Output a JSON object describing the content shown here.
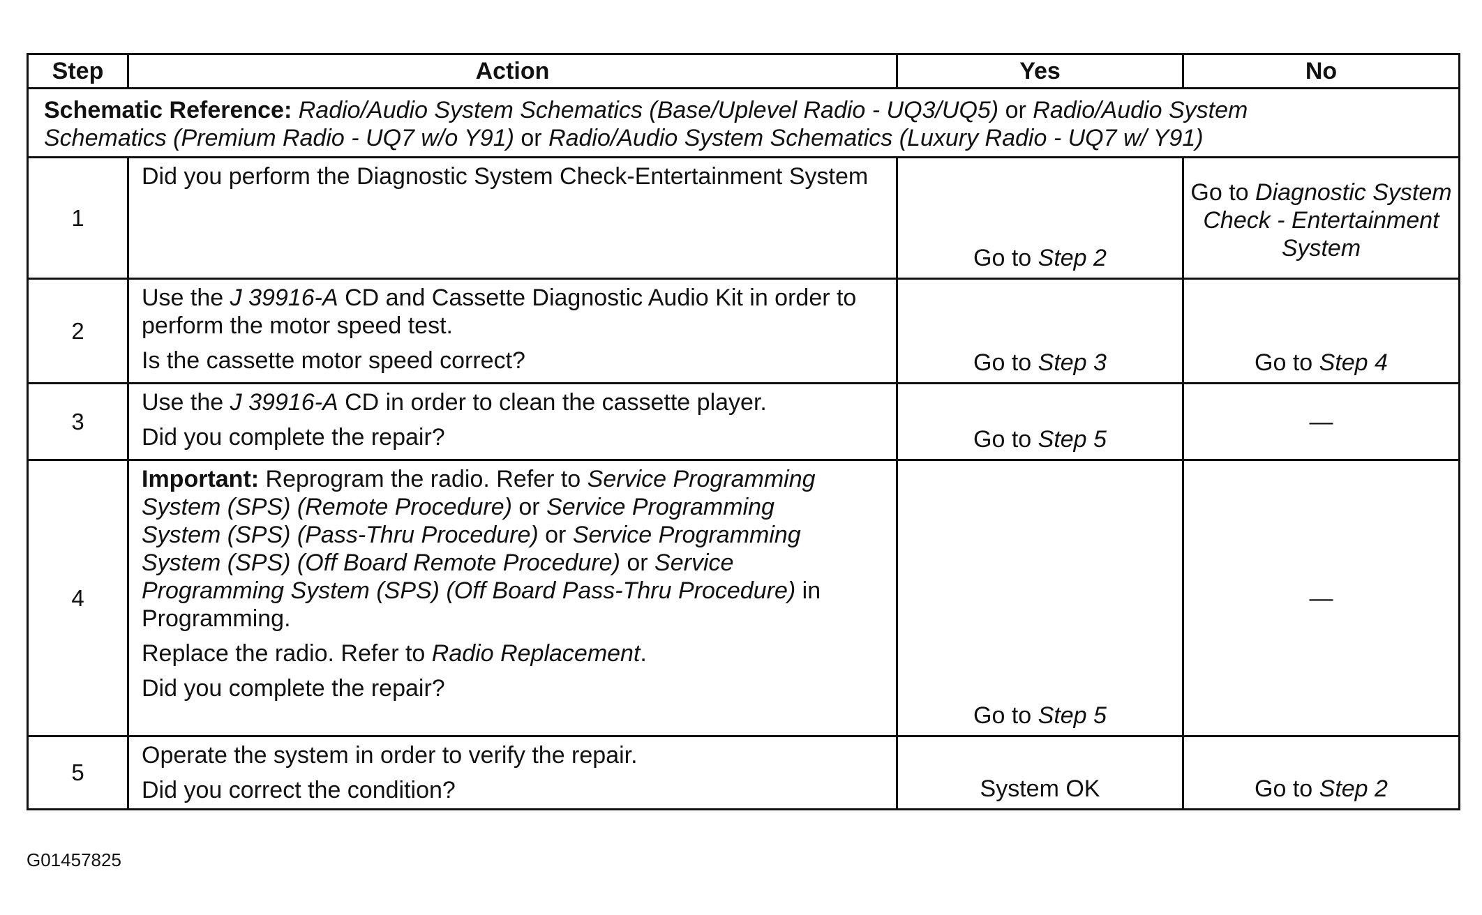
{
  "table": {
    "headers": {
      "step": "Step",
      "action": "Action",
      "yes": "Yes",
      "no": "No"
    },
    "schematic_reference": {
      "label": "Schematic Reference:",
      "ref1": "Radio/Audio System Schematics (Base/Uplevel Radio - UQ3/UQ5)",
      "or1": " or ",
      "ref2": "Radio/Audio System Schematics (Premium Radio - UQ7 w/o Y91)",
      "or2": " or ",
      "ref3": "Radio/Audio System Schematics (Luxury Radio - UQ7 w/ Y91)"
    },
    "rows": [
      {
        "step": "1",
        "action_text": "Did you perform the Diagnostic System Check-Entertainment System",
        "yes_prefix": "Go to ",
        "yes_link": "Step 2",
        "no_prefix": "Go to ",
        "no_link": "Diagnostic System Check - Entertainment System"
      },
      {
        "step": "2",
        "action_pre": "Use the ",
        "action_tool": "J 39916-A",
        "action_post": " CD and Cassette Diagnostic Audio Kit in order to perform the motor speed test.",
        "action_question": "Is the cassette motor speed correct?",
        "yes_prefix": "Go to ",
        "yes_link": "Step 3",
        "no_prefix": "Go to ",
        "no_link": "Step 4"
      },
      {
        "step": "3",
        "action_pre": "Use the ",
        "action_tool": "J 39916-A",
        "action_post": " CD in order to clean the cassette player.",
        "action_question": "Did you complete the repair?",
        "yes_prefix": "Go to ",
        "yes_link": "Step 5",
        "no_text": "—"
      },
      {
        "step": "4",
        "important_label": "Important:",
        "important_pre": " Reprogram the radio. Refer to ",
        "link1": "Service Programming System (SPS) (Remote Procedure)",
        "or1": " or ",
        "link2": "Service Programming System (SPS) (Pass-Thru Procedure)",
        "or2": " or ",
        "link3": "Service Programming System (SPS) (Off Board Remote Procedure)",
        "or3": " or ",
        "link4": "Service Programming System (SPS) (Off Board Pass-Thru Procedure)",
        "important_post": " in Programming.",
        "replace_pre": "Replace the radio. Refer to ",
        "replace_link": "Radio Replacement",
        "replace_post": ".",
        "action_question": "Did you complete the repair?",
        "yes_prefix": "Go to ",
        "yes_link": "Step 5",
        "no_text": "—"
      },
      {
        "step": "5",
        "action_text": "Operate the system in order to verify the repair.",
        "action_question": "Did you correct the condition?",
        "yes_text": "System OK",
        "no_prefix": "Go to ",
        "no_link": "Step 2"
      }
    ]
  },
  "figure_id": "G01457825"
}
